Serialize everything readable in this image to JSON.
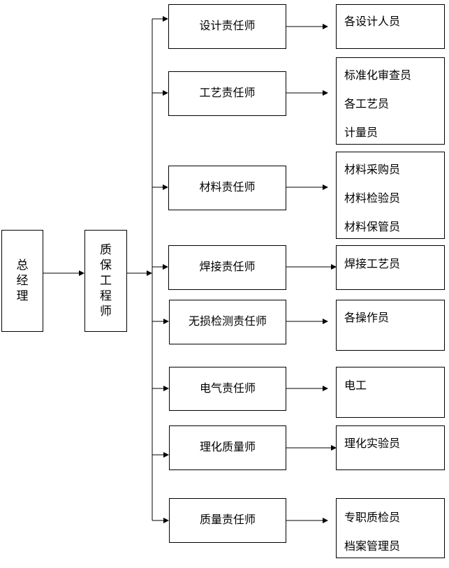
{
  "top": {
    "chars": [
      "总",
      "经",
      "理"
    ]
  },
  "qa": {
    "chars": [
      "质",
      "保",
      "工",
      "程",
      "师"
    ]
  },
  "rows": [
    {
      "role": "设计责任师",
      "staff": [
        "各设计人员"
      ]
    },
    {
      "role": "工艺责任师",
      "staff": [
        "标准化审查员",
        "各工艺员",
        "计量员"
      ]
    },
    {
      "role": "材料责任师",
      "staff": [
        "材料采购员",
        "材料检验员",
        "材料保管员"
      ]
    },
    {
      "role": "焊接责任师",
      "staff": [
        "焊接工艺员"
      ]
    },
    {
      "role": "无损检测责任师",
      "staff": [
        "各操作员"
      ]
    },
    {
      "role": "电气责任师",
      "staff": [
        "电工"
      ]
    },
    {
      "role": "理化质量师",
      "staff": [
        "理化实验员"
      ]
    },
    {
      "role": "质量责任师",
      "staff": [
        "专职质检员",
        "档案管理员"
      ]
    }
  ]
}
